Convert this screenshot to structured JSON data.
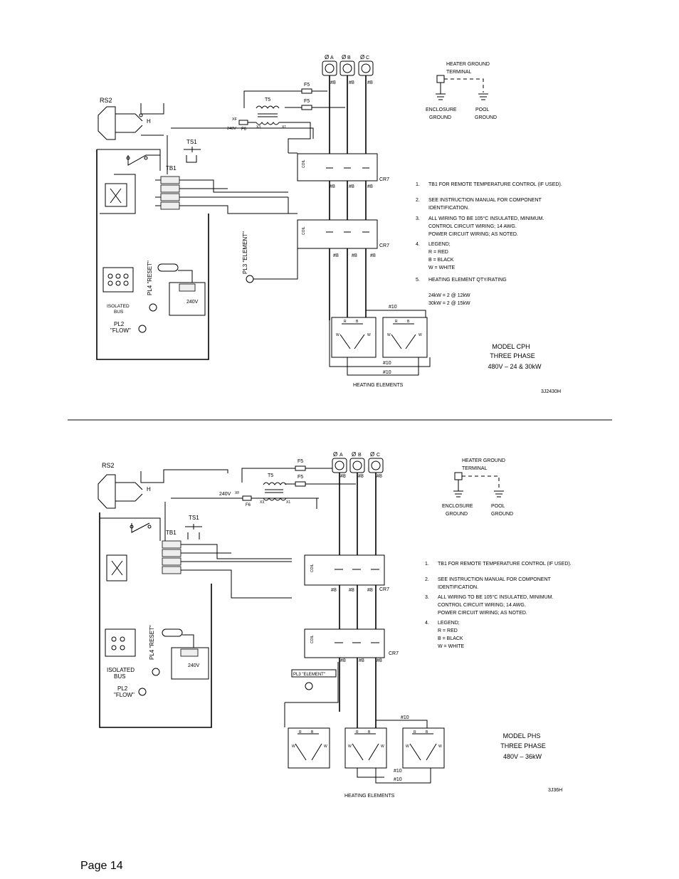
{
  "page": {
    "number_label": "Page 14"
  },
  "common": {
    "rs2": "RS2",
    "h": "H",
    "tb1": "TB1",
    "ts1": "TS1",
    "t5": "T5",
    "f5": "F5",
    "f6": "F6",
    "xf": "XF",
    "x3": "X3",
    "x1": "X1",
    "v240": "240V",
    "coil": "COIL",
    "cr7": "CR7",
    "pl2": "PL2",
    "flow": "\"FLOW\"",
    "pl4_reset": "PL4 \"RESET\"",
    "phase_a": "A",
    "phase_b": "B",
    "phase_c": "C",
    "awg8": "#8",
    "awg10": "#10",
    "r": "R",
    "b": "B",
    "w": "W",
    "heater_ground": "HEATER GROUND",
    "terminal": "TERMINAL",
    "enclosure": "ENCLOSURE",
    "ground": "GROUND",
    "pool": "POOL",
    "heating_elements": "HEATING ELEMENTS",
    "isolated": "ISOLATED",
    "bus": "BUS"
  },
  "diagram1": {
    "pl3": "PL3 \"ELEMENT\"",
    "notes": [
      {
        "num": "1.",
        "lines": [
          "TB1 FOR REMOTE TEMPERATURE CONTROL (IF USED)."
        ]
      },
      {
        "num": "2.",
        "lines": [
          "SEE INSTRUCTION MANUAL FOR COMPONENT",
          "IDENTIFICATION."
        ]
      },
      {
        "num": "3.",
        "lines": [
          "ALL WIRING TO BE 105°C INSULATED, MINIMUM.",
          "CONTROL CIRCUIT WIRING; 14 AWG.",
          "POWER CIRCUIT WIRING; AS NOTED."
        ]
      },
      {
        "num": "4.",
        "lines": [
          "LEGEND;",
          "R = RED",
          "B = BLACK",
          "W = WHITE"
        ]
      },
      {
        "num": "5.",
        "lines": [
          "HEATING ELEMENT QTY/RATING",
          "",
          "24kW = 2 @ 12kW",
          "30kW = 2 @ 15kW"
        ]
      }
    ],
    "model": [
      "MODEL CPH",
      "THREE PHASE",
      "480V – 24 & 30kW"
    ],
    "drawing_no": "3J2430H"
  },
  "diagram2": {
    "pl3": "PL3 \"ELEMENT\"",
    "notes": [
      {
        "num": "1.",
        "lines": [
          "TB1 FOR REMOTE TEMPERATURE CONTROL (IF USED)."
        ]
      },
      {
        "num": "2.",
        "lines": [
          "SEE INSTRUCTION MANUAL FOR COMPONENT",
          "IDENTIFICATION."
        ]
      },
      {
        "num": "3.",
        "lines": [
          "ALL WIRING TO BE 105°C INSULATED, MINIMUM.",
          "CONTROL CIRCUIT WIRING; 14 AWG.",
          "POWER CIRCUIT WIRING; AS NOTED."
        ]
      },
      {
        "num": "4.",
        "lines": [
          "LEGEND;",
          "R = RED",
          "B = BLACK",
          "W = WHITE"
        ]
      }
    ],
    "model": [
      "MODEL PHS",
      "THREE PHASE",
      "480V – 36kW"
    ],
    "drawing_no": "3J36H"
  }
}
